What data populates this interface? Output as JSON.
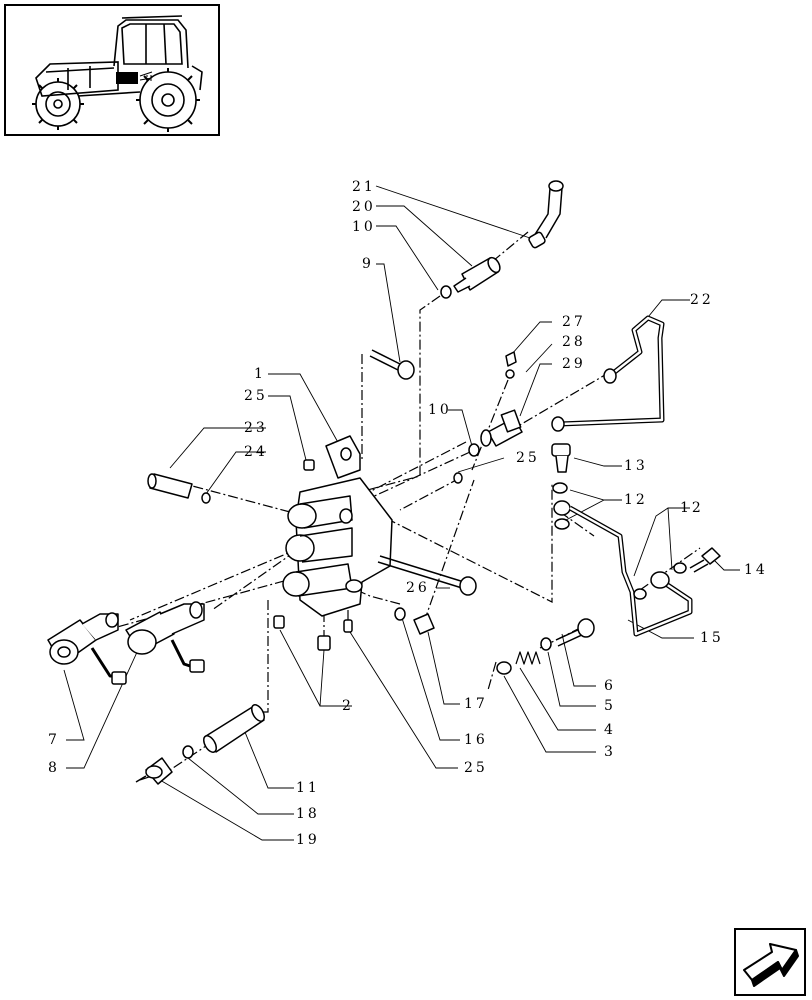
{
  "diagram": {
    "callouts": {
      "c1": "1",
      "c2": "2",
      "c3": "3",
      "c4": "4",
      "c5": "5",
      "c6": "6",
      "c7": "7",
      "c8": "8",
      "c9": "9",
      "c10a": "10",
      "c10b": "10",
      "c11": "11",
      "c12a": "12",
      "c12b": "12",
      "c13": "13",
      "c14": "14",
      "c15": "15",
      "c16": "16",
      "c17": "17",
      "c18": "18",
      "c19": "19",
      "c20": "20",
      "c21": "21",
      "c22": "22",
      "c23": "23",
      "c24": "24",
      "c25a": "25",
      "c25b": "25",
      "c25c": "25",
      "c26": "26",
      "c27": "27",
      "c28": "28",
      "c29": "29"
    }
  },
  "icons": {
    "thumbnail": "tractor-thumbnail-icon",
    "navigation": "next-page-arrow-icon"
  },
  "colors": {
    "line": "#000000",
    "background": "#ffffff"
  }
}
